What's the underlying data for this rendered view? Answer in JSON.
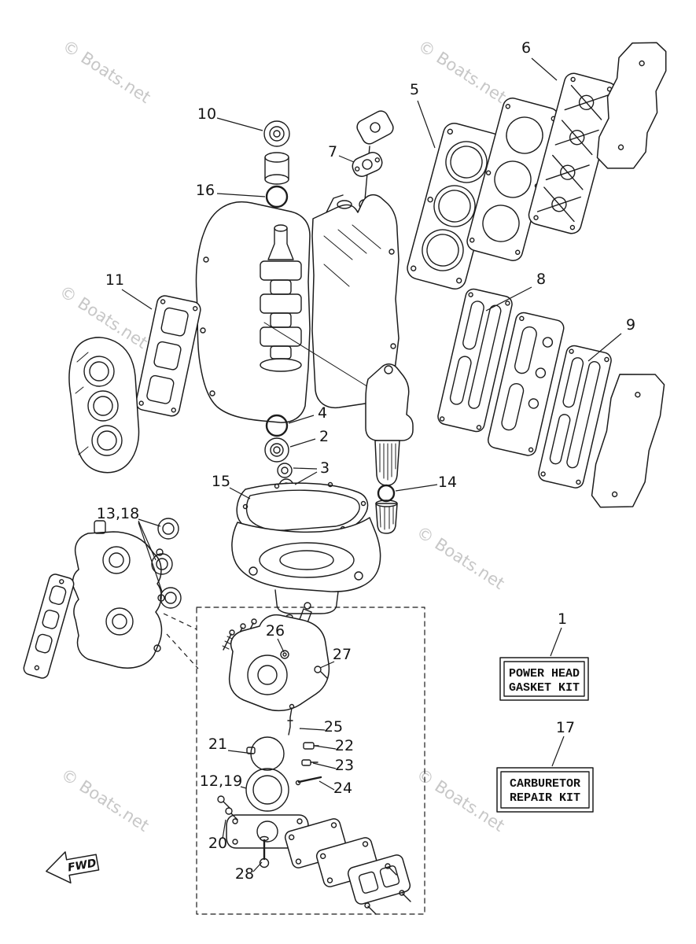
{
  "watermark": {
    "text": "© Boats.net",
    "color": "#c7c7c7"
  },
  "fwd_label": "FWD",
  "kit_labels": {
    "power_head": {
      "line1": "POWER HEAD",
      "line2": "GASKET KIT"
    },
    "carburetor": {
      "line1": "CARBURETOR",
      "line2": "REPAIR KIT"
    }
  },
  "callouts": [
    {
      "label": "10"
    },
    {
      "label": "16"
    },
    {
      "label": "7"
    },
    {
      "label": "5"
    },
    {
      "label": "6"
    },
    {
      "label": "11"
    },
    {
      "label": "8"
    },
    {
      "label": "9"
    },
    {
      "label": "4"
    },
    {
      "label": "2"
    },
    {
      "label": "3"
    },
    {
      "label": "15"
    },
    {
      "label": "14"
    },
    {
      "label": "13,18"
    },
    {
      "label": "1"
    },
    {
      "label": "17"
    },
    {
      "label": "26"
    },
    {
      "label": "27"
    },
    {
      "label": "25"
    },
    {
      "label": "22"
    },
    {
      "label": "23"
    },
    {
      "label": "24"
    },
    {
      "label": "21"
    },
    {
      "label": "12,19"
    },
    {
      "label": "20"
    },
    {
      "label": "28"
    }
  ],
  "colors": {
    "line": "#1c1c1c",
    "background": "#ffffff"
  }
}
